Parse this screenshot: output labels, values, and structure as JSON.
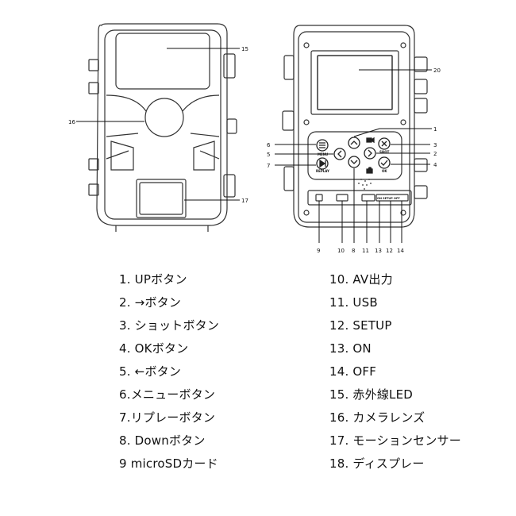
{
  "callouts": {
    "front": [
      "15",
      "16",
      "17"
    ],
    "back": [
      "20",
      "1",
      "6",
      "3",
      "5",
      "2",
      "7",
      "4",
      "9",
      "10",
      "8",
      "11",
      "13",
      "12",
      "14"
    ]
  },
  "panel_labels": {
    "menu": "MENU",
    "replay": "REPLAY",
    "shot": "SHOT",
    "ok": "OK",
    "on_setup_off": "ON SETUP OFF"
  },
  "legend": {
    "left": [
      "1. UPボタン",
      "2. →ボタン",
      "3. ショットボタン",
      "4. OKボタン",
      "5. ←ボタン",
      "6.メニューボタン",
      "7.リプレーボタン",
      "8. Downボタン",
      "9 microSDカード"
    ],
    "right": [
      "10. AV出力",
      "11. USB",
      "12. SETUP",
      "13. ON",
      "14. OFF",
      "15. 赤外線LED",
      "16. カメラレンズ",
      "17. モーションセンサー",
      "18. ディスプレー"
    ]
  }
}
